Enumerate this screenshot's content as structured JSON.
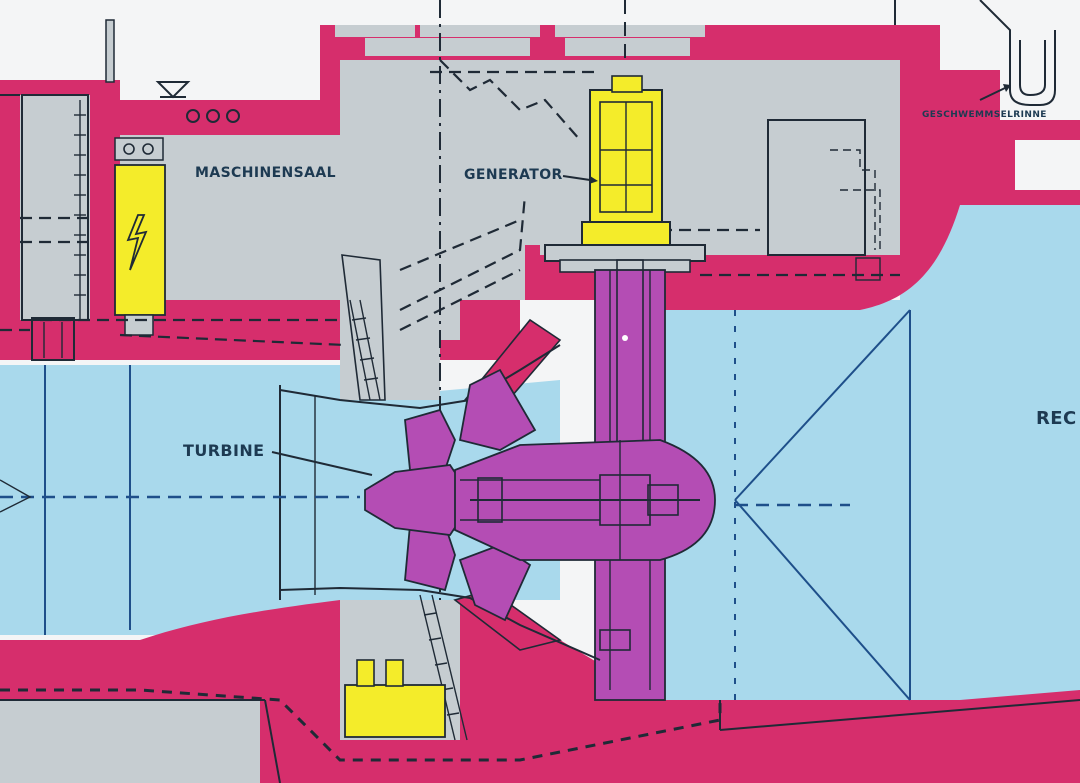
{
  "labels": {
    "machine_hall": "MASCHINENSAAL",
    "generator": "GENERATOR",
    "turbine": "TURBINE",
    "debris_channel": "GESCHWEMMSELRINNE",
    "right_edge_partial": "REC"
  },
  "colors": {
    "concrete": "#d62e6c",
    "water": "#a9d9ec",
    "interior": "#c6cdd1",
    "equipment_yellow": "#f4ec2a",
    "turbine_violet": "#b44db4",
    "line": "#1f2a36"
  },
  "icons": {
    "electrical_cabinet": "lightning-icon",
    "water_level": "water-level-triangle-icon"
  }
}
